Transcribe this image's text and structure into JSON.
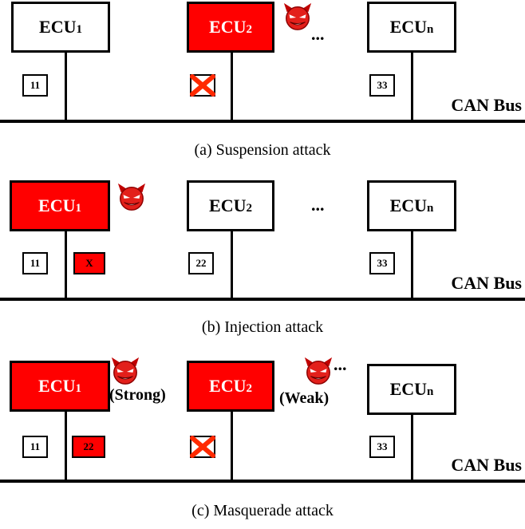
{
  "bus_label": "CAN Bus",
  "ellipsis": "...",
  "dropped_mark": "X",
  "ecus": {
    "ecu1": {
      "name": "ECU",
      "sub": "1"
    },
    "ecu2": {
      "name": "ECU",
      "sub": "2"
    },
    "ecun": {
      "name": "ECU",
      "sub": "n"
    }
  },
  "messages": {
    "m11": "11",
    "m22": "22",
    "m33": "33",
    "injected": "X"
  },
  "colors": {
    "attacker": "#ff0000",
    "normal": "#ffffff",
    "line": "#000000"
  },
  "icons": {
    "attacker": "devil-icon",
    "dropped": "cross-icon"
  },
  "panels": [
    {
      "caption": "(a) Suspension attack"
    },
    {
      "caption": "(b) Injection attack"
    },
    {
      "caption": "(c) Masquerade attack",
      "strong_label": "(Strong)",
      "weak_label": "(Weak)"
    }
  ]
}
